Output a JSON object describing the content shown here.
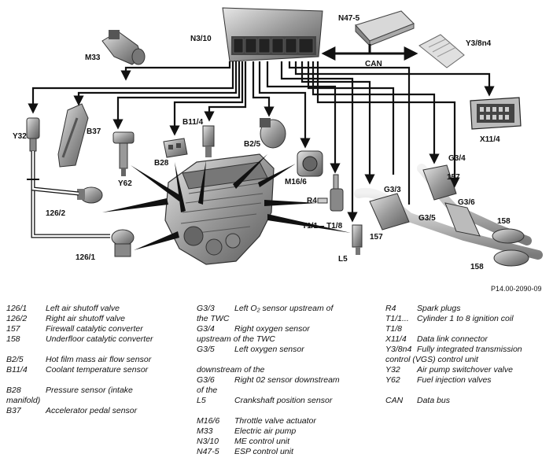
{
  "labels": {
    "n3_10": "N3/10",
    "n47_5": "N47-5",
    "y3_8n4": "Y3/8n4",
    "can": "CAN",
    "m33": "M33",
    "x11_4": "X11/4",
    "y32": "Y32",
    "b37": "B37",
    "b11_4": "B11/4",
    "b2_5": "B2/5",
    "y62": "Y62",
    "b28": "B28",
    "m16_6": "M16/6",
    "r4": "R4",
    "t1": "T1/1 – T1/8",
    "l5": "L5",
    "g3_4": "G3/4",
    "c157a": "157",
    "g3_3": "G3/3",
    "g3_6": "G3/6",
    "g3_5": "G3/5",
    "c157b": "157",
    "c158a": "158",
    "c158b": "158",
    "c126_2": "126/2",
    "c126_1": "126/1",
    "figure_ref": "P14.00-2090-09"
  },
  "legend": {
    "col1": [
      {
        "code": "126/1",
        "desc": "Left air shutoff valve"
      },
      {
        "code": "126/2",
        "desc": "Right air shutoff valve"
      },
      {
        "code": "157",
        "desc": "Firewall catalytic converter"
      },
      {
        "code": "158",
        "desc": "Underfloor catalytic converter"
      },
      {
        "code": "",
        "desc": ""
      },
      {
        "code": "B2/5",
        "desc": "Hot film mass air flow sensor"
      },
      {
        "code": "B11/4",
        "desc": "Coolant temperature sensor"
      },
      {
        "code": "",
        "desc": ""
      },
      {
        "code": "B28",
        "desc": "Pressure sensor (intake"
      },
      {
        "code": "manifold)",
        "desc": ""
      },
      {
        "code": "B37",
        "desc": "Accelerator pedal sensor"
      }
    ],
    "col2": [
      {
        "code": "G3/3",
        "desc": "Left O₂ sensor upstream of"
      },
      {
        "code": "the TWC",
        "desc": ""
      },
      {
        "code": "G3/4",
        "desc": "Right oxygen sensor"
      },
      {
        "code": "upstream of the TWC",
        "desc": ""
      },
      {
        "code": "G3/5",
        "desc": "Left oxygen sensor"
      },
      {
        "code": "",
        "desc": ""
      },
      {
        "code": "downstream of the",
        "desc": ""
      },
      {
        "code": "G3/6",
        "desc": "Right 02 sensor downstream"
      },
      {
        "code": "of the",
        "desc": ""
      },
      {
        "code": "L5",
        "desc": "Crankshaft position sensor"
      },
      {
        "code": "",
        "desc": ""
      },
      {
        "code": "M16/6",
        "desc": "Throttle valve actuator"
      },
      {
        "code": "M33",
        "desc": "Electric air pump"
      },
      {
        "code": "N3/10",
        "desc": "ME control unit"
      },
      {
        "code": "N47-5",
        "desc": "ESP control unit"
      }
    ],
    "col3": [
      {
        "code": "R4",
        "desc": "Spark plugs"
      },
      {
        "code": "T1/1...",
        "desc": "Cylinder 1 to 8 ignition coil"
      },
      {
        "code": "T1/8",
        "desc": ""
      },
      {
        "code": "X11/4",
        "desc": "Data link connector"
      },
      {
        "code": "Y3/8n4",
        "desc": "Fully integrated transmission"
      },
      {
        "code": "control (VGS) control unit",
        "desc": ""
      },
      {
        "code": "Y32",
        "desc": "Air pump switchover valve"
      },
      {
        "code": "Y62",
        "desc": "Fuel injection valves"
      },
      {
        "code": "",
        "desc": ""
      },
      {
        "code": "CAN",
        "desc": "Data bus"
      }
    ]
  }
}
